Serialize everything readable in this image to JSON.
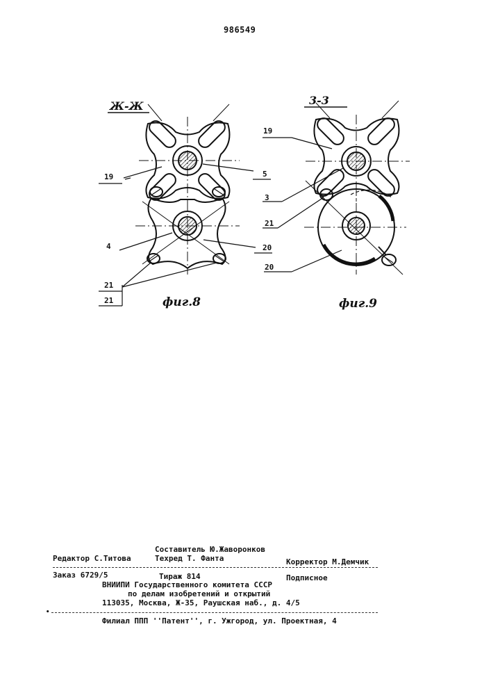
{
  "header": {
    "patent_number": "986549"
  },
  "figure8": {
    "section_label": "Ж-Ж",
    "caption": "фиг.8",
    "labels": {
      "l19": "19",
      "l5": "5",
      "l4": "4",
      "l20": "20",
      "l21a": "21",
      "l21b": "21"
    }
  },
  "figure9": {
    "section_label": "3-3",
    "caption": "фиг.9",
    "labels": {
      "l19": "19",
      "l3": "3",
      "l21": "21",
      "l20": "20"
    }
  },
  "colophon": {
    "editor": "Редактор С.Титова",
    "compiler": "Составитель Ю.Жаворонков",
    "techred": "Техред Т. Фанта",
    "corrector": "Корректор М.Демчик",
    "order": "Заказ 6729/5",
    "circulation": "Тираж 814",
    "subscription": "Подписное",
    "org_line1": "ВНИИПИ Государственного комитета СССР",
    "org_line2": "по делам изобретений и открытий",
    "address": "113035, Москва, Ж-35, Раушская наб., д. 4/5",
    "branch": "Филиал ППП ''Патент'', г. Ужгород, ул. Проектная, 4"
  }
}
